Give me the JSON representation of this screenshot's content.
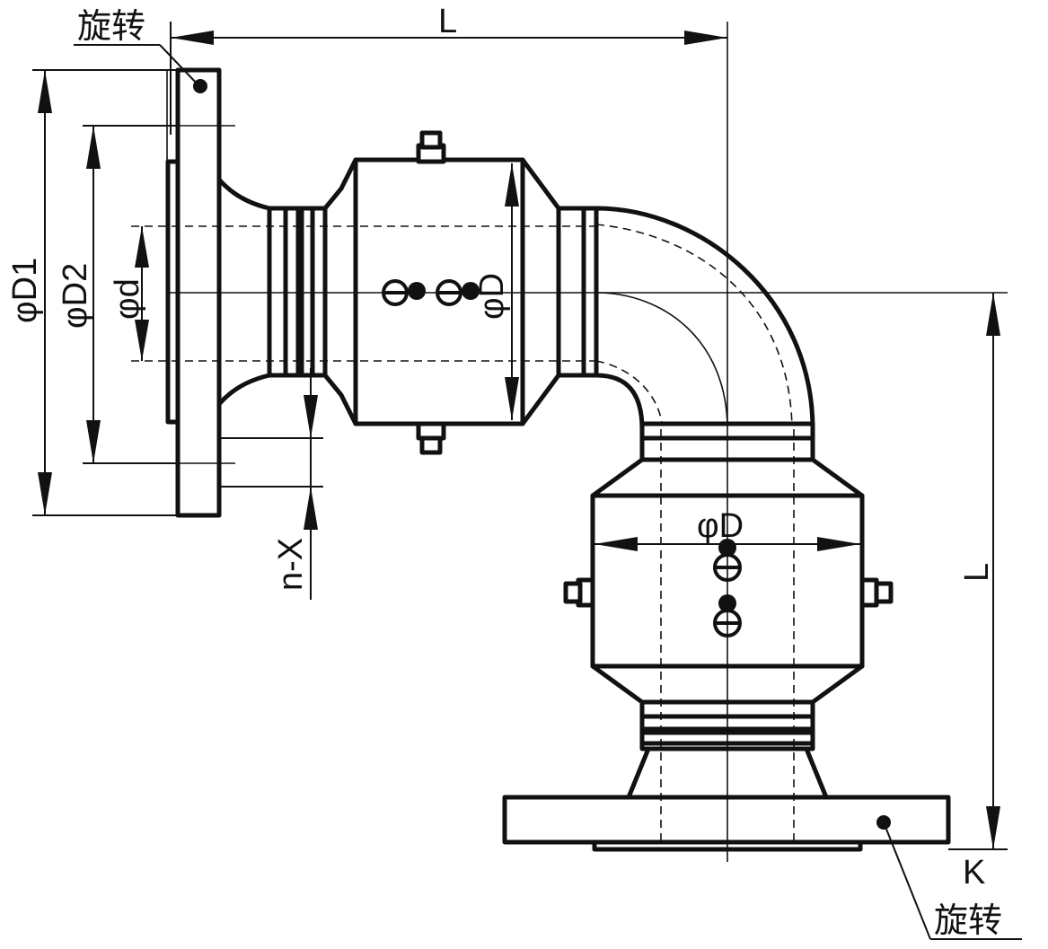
{
  "labels": {
    "rotate_top": "旋转",
    "rotate_bottom": "旋转",
    "dim_L_top": "L",
    "dim_L_right": "L",
    "dim_D1": "φD1",
    "dim_D2": "φD2",
    "dim_d": "φd",
    "dim_D_upper": "φD",
    "dim_D_lower": "φD",
    "dim_nX": "n-X",
    "dim_K": "K"
  }
}
